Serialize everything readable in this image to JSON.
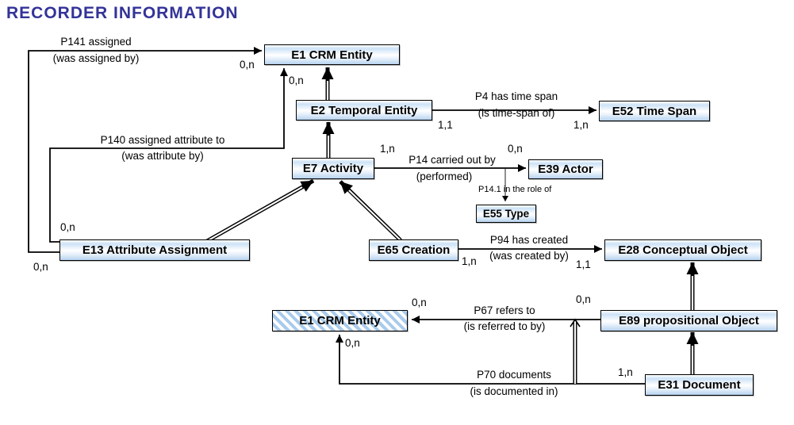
{
  "title": "RECORDER INFORMATION",
  "colors": {
    "title": "#333399",
    "box_fill_light": "#cde2f7",
    "box_fill_dark": "#b7d3ef",
    "hatch_stripe": "#a9cbec",
    "line": "#000000"
  },
  "nodes": {
    "e1_top": "E1 CRM Entity",
    "e2": "E2 Temporal Entity",
    "e52": "E52 Time Span",
    "e7": "E7 Activity",
    "e39": "E39 Actor",
    "e55": "E55 Type",
    "e13": "E13 Attribute Assignment",
    "e65": "E65 Creation",
    "e28": "E28 Conceptual Object",
    "e1_hatched": "E1 CRM Entity",
    "e89": "E89 propositional Object",
    "e31": "E31 Document"
  },
  "relations": {
    "p141": {
      "label": "P141 assigned",
      "inverse": "(was assigned by)",
      "domain_card": "0,n",
      "range_card": "0,n"
    },
    "p140": {
      "label": "P140 assigned attribute to",
      "inverse": "(was attribute by)",
      "domain_card": "0,n",
      "range_card": "0,n"
    },
    "p4": {
      "label": "P4 has time span",
      "inverse": "(is time-span of)",
      "domain_card": "1,1",
      "range_card": "1,n"
    },
    "p14": {
      "label": "P14 carried out by",
      "inverse": "(performed)",
      "domain_card": "1,n",
      "range_card": "0,n"
    },
    "p14_1": {
      "label": "P14.1 in the role of"
    },
    "p94": {
      "label": "P94 has created",
      "inverse": "(was created by)",
      "domain_card": "1,n",
      "range_card": "1,1"
    },
    "p67": {
      "label": "P67 refers to",
      "inverse": "(is referred to by)",
      "domain_card": "0,n",
      "range_card": "0,n"
    },
    "p70": {
      "label": "P70 documents",
      "inverse": "(is documented in)",
      "domain_card": "1,n",
      "range_card": "0,n"
    }
  }
}
